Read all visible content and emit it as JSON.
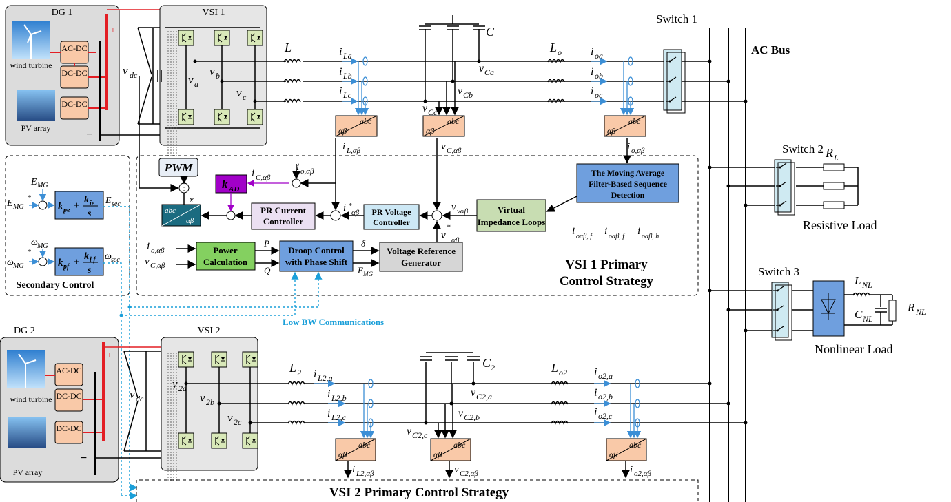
{
  "dg1": {
    "title": "DG 1",
    "wind": "wind turbine",
    "pv": "PV array",
    "acdc": "AC-DC",
    "dcdc1": "DC-DC",
    "dcdc2": "DC-DC",
    "plus": "+",
    "minus": "−"
  },
  "dg2": {
    "title": "DG 2",
    "wind": "wind turbine",
    "pv": "PV array",
    "acdc": "AC-DC",
    "dcdc1": "DC-DC",
    "dcdc2": "DC-DC",
    "plus": "+",
    "minus": "−"
  },
  "vsi1": {
    "title": "VSI 1",
    "vdc": "v",
    "vdc_sub": "dc",
    "va": "v",
    "va_sub": "a",
    "vb": "v",
    "vb_sub": "b",
    "vc": "v",
    "vc_sub": "c"
  },
  "vsi2": {
    "title": "VSI 2",
    "vdc": "v",
    "vdc_sub": "dc",
    "va": "v",
    "va_sub": "2a",
    "vb": "v",
    "vb_sub": "2b",
    "vc": "v",
    "vc_sub": "2c"
  },
  "filter1": {
    "L": "L",
    "C": "C",
    "Lo": "L",
    "Lo_sub": "o",
    "iLa": "i",
    "iLa_sub": "La",
    "iLb": "i",
    "iLb_sub": "Lb",
    "iLc": "i",
    "iLc_sub": "Lc",
    "ioa": "i",
    "ioa_sub": "oa",
    "iob": "i",
    "iob_sub": "ob",
    "ioc": "i",
    "ioc_sub": "oc",
    "vCa": "v",
    "vCa_sub": "Ca",
    "vCb": "v",
    "vCb_sub": "Cb",
    "vCc": "v",
    "vCc_sub": "Cc"
  },
  "filter2": {
    "L": "L",
    "L_sub": "2",
    "C": "C",
    "C_sub": "2",
    "Lo": "L",
    "Lo_sub": "o2",
    "iLa": "i",
    "iLa_sub": "L2,a",
    "iLb": "i",
    "iLb_sub": "L2,b",
    "iLc": "i",
    "iLc_sub": "L2,c",
    "ioa": "i",
    "ioa_sub": "o2,a",
    "iob": "i",
    "iob_sub": "o2,b",
    "ioc": "i",
    "ioc_sub": "o2,c",
    "vCa": "v",
    "vCa_sub": "C2,a",
    "vCb": "v",
    "vCb_sub": "C2,b",
    "vCc": "v",
    "vCc_sub": "C2,c",
    "iLab": "i",
    "iLab_sub": "L2,αβ",
    "vCab": "v",
    "vCab_sub": "C2,αβ",
    "ioab": "i",
    "ioab_sub": "o2,αβ"
  },
  "transform": {
    "ab": "αβ",
    "abc": "abc"
  },
  "switches": {
    "s1": "Switch 1",
    "s2": "Switch 2",
    "s3": "Switch 3"
  },
  "bus": {
    "label": "AC Bus"
  },
  "loads": {
    "resistive": "Resistive Load",
    "nonlinear": "Nonlinear Load",
    "RL": "R",
    "RL_sub": "L",
    "LNL": "L",
    "LNL_sub": "NL",
    "CNL": "C",
    "CNL_sub": "NL",
    "RNL": "R",
    "RNL_sub": "NL"
  },
  "control1": {
    "pwm": "PWM",
    "kad": "k",
    "kad_sub": "AD",
    "pr_current": [
      "PR Current",
      "Controller"
    ],
    "pr_voltage": [
      "PR Voltage",
      "Controller"
    ],
    "virtual": [
      "Virtual",
      "Impedance Loops"
    ],
    "mafsd": [
      "The Moving Average",
      "Filter-Based Sequence",
      "Detection"
    ],
    "power": [
      "Power",
      "Calculation"
    ],
    "droop": [
      "Droop Control",
      "with Phase Shift"
    ],
    "vref": [
      "Voltage Reference",
      "Generator"
    ],
    "title": [
      "VSI 1 Primary",
      "Control Strategy"
    ],
    "iLab": "i",
    "iLab_sub": "L,αβ",
    "vCab": "v",
    "vCab_sub": "C,αβ",
    "ioab": "i",
    "ioab_sub": "o,αβ",
    "iCab": "i",
    "iCab_sub": "C,αβ",
    "ioab2": "i",
    "ioab2_sub": "o,αβ",
    "iref": "i",
    "iref_sub": "αβ",
    "vref_sig": "v",
    "vref_sub": "αβ",
    "vva": "v",
    "vva_sub": "vαβ",
    "seq_pos": "i",
    "seq_pos_sub": "oαβ, f",
    "seq_neg": "i",
    "seq_neg_sub": "oαβ, f",
    "seq_h": "i",
    "seq_h_sub": "oαβ, h",
    "in_io": "i",
    "in_io_sub": "o,αβ",
    "in_vc": "v",
    "in_vc_sub": "C,αβ",
    "P": "P",
    "Q": "Q",
    "delta": "δ",
    "EMG": "E",
    "EMG_sub": "MG",
    "x": "x"
  },
  "secondary": {
    "title": "Secondary Control",
    "EMG": "E",
    "EMG_sub": "MG",
    "EMGref": "E",
    "EMGref_sub": "MG",
    "wMG": "ω",
    "wMG_sub": "MG",
    "wMGref": "ω",
    "wMGref_sub": "MG",
    "Esec": "E",
    "Esec_sub": "sec",
    "wsec": "ω",
    "wsec_sub": "sec",
    "kpe": "k",
    "kpe_sub": "pe",
    "kie": "k",
    "kie_sub": "ie",
    "kpf": "k",
    "kpf_sub": "pf",
    "kif": "k",
    "kif_sub": "i f",
    "s": "s"
  },
  "comm": {
    "label": "Low BW Communications"
  },
  "control2": {
    "title": "VSI 2 Primary Control Strategy"
  },
  "colors": {
    "dc_rail": "#e31e24",
    "converter": "#f9c9a8",
    "igbt": "#d8e8b8",
    "switch": "#cfeaf2",
    "mafsd": "#6f9fde",
    "virtual": "#c8ddb2",
    "prv": "#cde8f5",
    "prc": "#ebe0f2",
    "power": "#84d060",
    "droop": "#6f9fde",
    "vrefgen": "#d6d6d6",
    "kad": "#a100c8",
    "comm": "#1a9fd9"
  }
}
